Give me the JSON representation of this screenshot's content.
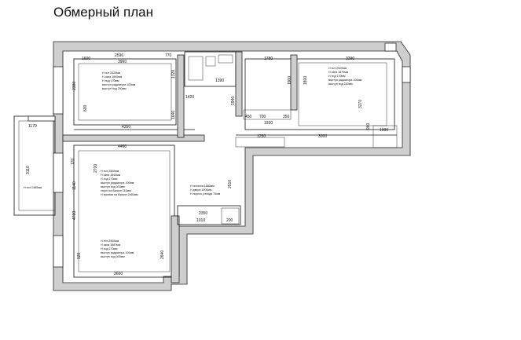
{
  "title": "Обмерный план",
  "dimensions": {
    "d2596": "2596",
    "d770": "770",
    "d3960": "3960",
    "d1600": "1600",
    "d1780": "1780",
    "d3390": "3390",
    "d1320": "1320",
    "d1390": "1390",
    "d2380": "2380",
    "d1420": "1420",
    "d1640": "1640",
    "d4350": "4350",
    "d4460": "4460",
    "d1170": "1170",
    "d3110": "3110",
    "d1250": "1250",
    "d3000": "3000",
    "d1000": "1000",
    "d450": "450",
    "d700": "700",
    "d1930": "1930",
    "d1900": "1900",
    "d1800": "1800",
    "d3270": "3270",
    "d1940": "1940",
    "d2700": "2700",
    "d4720": "4720",
    "d1140": "1140",
    "d2510": "2510",
    "d2350": "2350",
    "d1010": "1010",
    "d200": "200",
    "d3660": "3660",
    "d2640": "2640",
    "d600": "600",
    "d920": "920",
    "d350": "350",
    "d120": "120",
    "d960": "960"
  },
  "notes": {
    "room1": [
      "H пот 2520мм",
      "H окна 1840мм",
      "H под 170мм",
      "выступ радиатора 100мм",
      "выступ под 250мм"
    ],
    "room2": [
      "H пот 2520мм",
      "H окна 1870мм",
      "H под 170мм",
      "выступ радиатора 100мм",
      "выступ под 250мм"
    ],
    "room3": [
      "H пот 2500мм",
      "H окна 1840мм",
      "H под 170мм",
      "выступ радиатора 100мм",
      "выступ под 300мм",
      "порог на балкон 110мм",
      "H проема на балкон 2460мм"
    ],
    "room4": [
      "H пот 2500мм",
      "H окна 1887мм",
      "H под 170мм",
      "выступ радиатора 100мм",
      "выступ под 300мм"
    ],
    "hall": [
      "H потолка 1880мм",
      "H двери 2000мм",
      "H порога у входа 75мм"
    ],
    "balcony": "H пот 2480мм"
  }
}
